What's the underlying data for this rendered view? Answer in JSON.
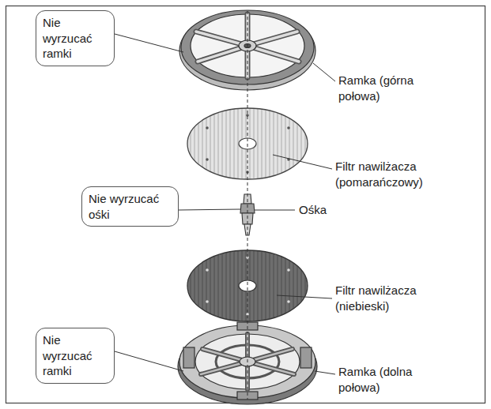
{
  "diagram": {
    "nodes": [
      {
        "text": [
          "Nie wyrzucać ramki"
        ]
      },
      {
        "text": [
          "Nie wyrzucać ośki"
        ]
      },
      {
        "text": [
          "Nie wyrzucać ramki"
        ]
      }
    ],
    "labels": [
      "Ramka (górna połowa)",
      "Filtr nawilżacza (pomarańczowy)",
      "Ośka",
      "Filtr nawilżacza (niebieski)",
      "Ramka (dolna połowa)"
    ]
  }
}
